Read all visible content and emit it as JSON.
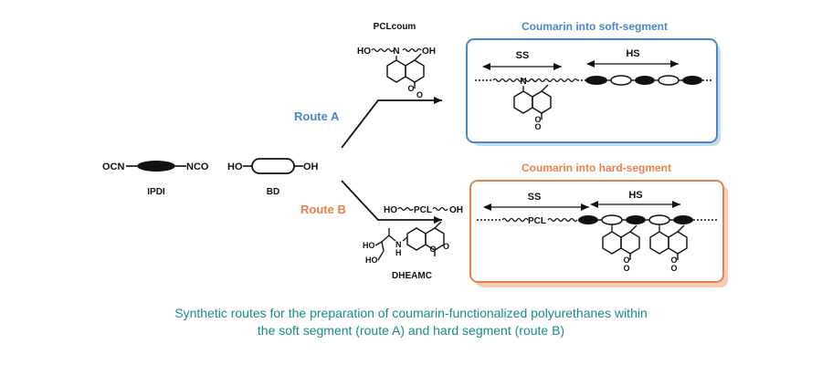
{
  "scheme": {
    "reagents": {
      "ipdi": {
        "left_group": "OCN",
        "right_group": "NCO",
        "name": "IPDI"
      },
      "bd": {
        "left_group": "HO",
        "right_group": "OH",
        "name": "BD"
      }
    },
    "route_a": {
      "label": "Route A",
      "monomer": {
        "name": "PCLcoum",
        "left_group": "HO",
        "right_group": "OH",
        "linker_atom": "N"
      },
      "result": {
        "title": "Coumarin into soft-segment",
        "ss_label": "SS",
        "hs_label": "HS",
        "linker_atom": "N"
      }
    },
    "route_b": {
      "label": "Route B",
      "monomer": {
        "left_group": "HO",
        "middle": "PCL",
        "right_group": "OH"
      },
      "diol": {
        "name": "DHEAMC",
        "oh_top": "HO",
        "oh_bottom": "HO",
        "nh": "N\nH"
      },
      "result": {
        "title": "Coumarin into hard-segment",
        "ss_label": "SS",
        "hs_label": "HS",
        "pcl_label": "PCL"
      }
    },
    "atoms": {
      "oxygen": "O"
    },
    "colors": {
      "route_a": "#4a86c5",
      "route_b": "#e8804a",
      "caption": "#1a8a8c"
    }
  },
  "caption": {
    "line1": "Synthetic routes for the preparation of coumarin-functionalized polyurethanes within",
    "line2": "the soft segment (route A) and hard segment (route B)"
  }
}
